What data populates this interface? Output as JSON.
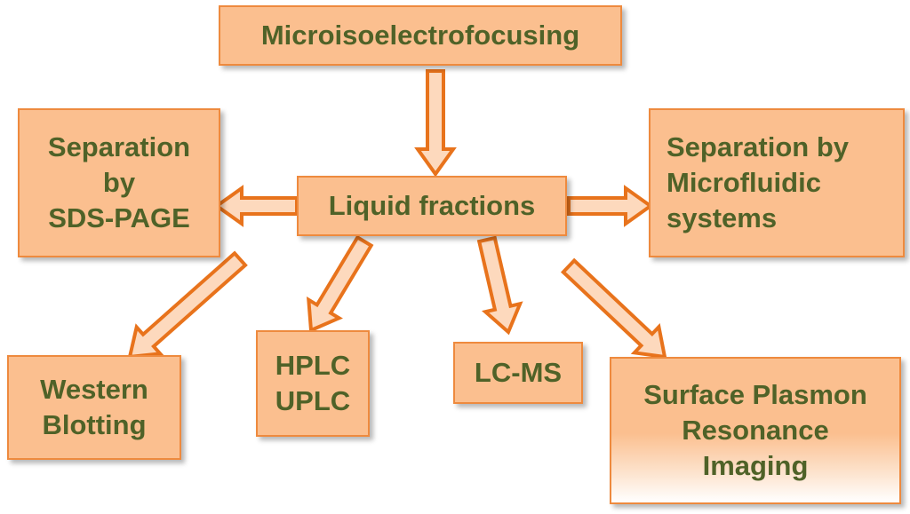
{
  "colors": {
    "box_fill": "#fbbf8f",
    "box_border": "#ee8a3e",
    "text": "#4f6228",
    "arrow_fill": "#fdd9bd",
    "arrow_stroke": "#e8731c"
  },
  "nodes": {
    "top": {
      "lines": [
        "Microisoelectrofocusing"
      ]
    },
    "center": {
      "lines": [
        "Liquid fractions"
      ]
    },
    "left": {
      "lines": [
        "Separation",
        "by",
        "SDS-PAGE"
      ]
    },
    "right": {
      "lines": [
        "Separation by",
        "Microfluidic",
        "systems"
      ]
    },
    "western": {
      "lines": [
        "Western",
        "Blotting"
      ]
    },
    "hplc": {
      "lines": [
        "HPLC",
        "UPLC"
      ]
    },
    "lcms": {
      "lines": [
        "LC-MS"
      ]
    },
    "spr": {
      "lines": [
        "Surface Plasmon",
        "Resonance",
        "Imaging"
      ]
    }
  },
  "edges": [
    {
      "from": "top",
      "to": "center"
    },
    {
      "from": "center",
      "to": "left"
    },
    {
      "from": "center",
      "to": "right"
    },
    {
      "from": "left",
      "to": "western"
    },
    {
      "from": "center",
      "to": "hplc"
    },
    {
      "from": "center",
      "to": "lcms"
    },
    {
      "from": "center",
      "to": "spr"
    }
  ]
}
